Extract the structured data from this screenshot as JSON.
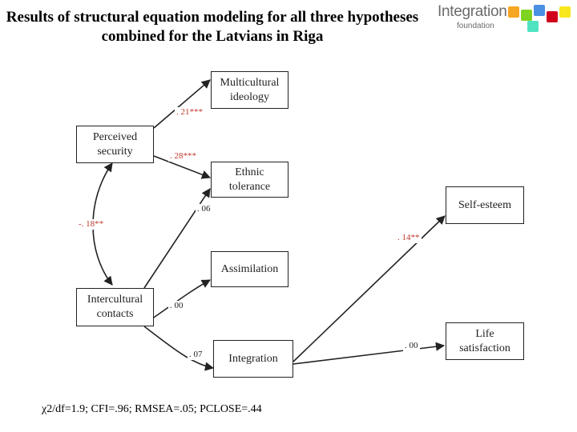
{
  "title": "Results of structural equation modeling for all three hypotheses combined for the Latvians in Riga",
  "logo": {
    "text": "Integration",
    "subtext": "foundation",
    "colors": [
      "#f5a623",
      "#7ed321",
      "#4a90e2",
      "#d0021b",
      "#f8e71c",
      "#50e3c2"
    ]
  },
  "boxes": {
    "multicultural": "Multicultural\nideology",
    "perceived": "Perceived\nsecurity",
    "ethnic": "Ethnic\ntolerance",
    "self_esteem": "Self-esteem",
    "assimilation": "Assimilation",
    "intercultural": "Intercultural\ncontacts",
    "integration": "Integration",
    "life": "Life\nsatisfaction"
  },
  "coefficients": {
    "ps_to_mi": ". 21***",
    "ps_to_et": ". 28***",
    "ic_to_et": ". 06",
    "ps_ic_cov": "-. 18**",
    "int_to_se": ". 14**",
    "ic_to_as": ". 00",
    "ic_to_int": ". 07",
    "int_to_ls": ". 00"
  },
  "fit_stats": "χ2/df=1.9; CFI=.96; RMSEA=.05; PCLOSE=.44"
}
